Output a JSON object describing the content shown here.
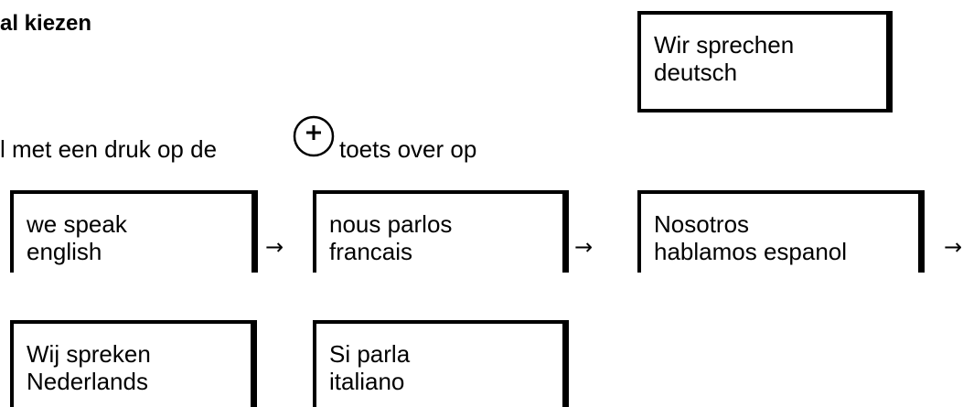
{
  "heading": "al kiezen",
  "instruction": {
    "before": "l met een druk op de",
    "key_icon": "plus-circle-key-icon",
    "after": "toets over op"
  },
  "languages": {
    "german": [
      "Wir sprechen",
      "deutsch"
    ],
    "english": [
      "we speak",
      "english"
    ],
    "french": [
      "nous parlos",
      "francais"
    ],
    "spanish": [
      "Nosotros",
      "hablamos espanol"
    ],
    "dutch": [
      "Wij spreken",
      "Nederlands"
    ],
    "italian": [
      "Si parla",
      "italiano"
    ]
  },
  "arrow": "→"
}
